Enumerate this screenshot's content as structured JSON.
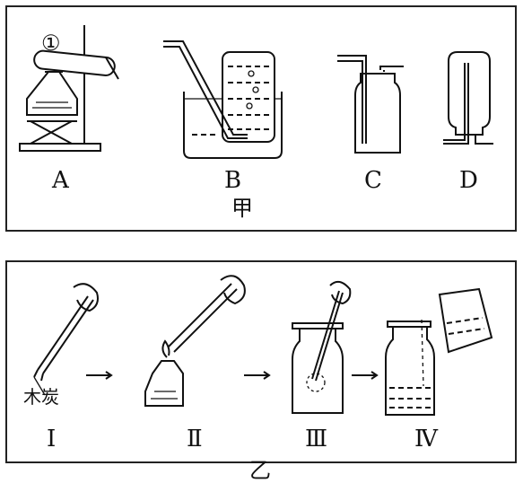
{
  "panel_top": {
    "caption": "甲",
    "marker": "①",
    "labels": [
      "A",
      "B",
      "C",
      "D"
    ]
  },
  "panel_bottom": {
    "caption": "乙",
    "charcoal_label": "木炭",
    "steps": [
      "Ⅰ",
      "Ⅱ",
      "Ⅲ",
      "Ⅳ"
    ],
    "arrow": "→"
  }
}
